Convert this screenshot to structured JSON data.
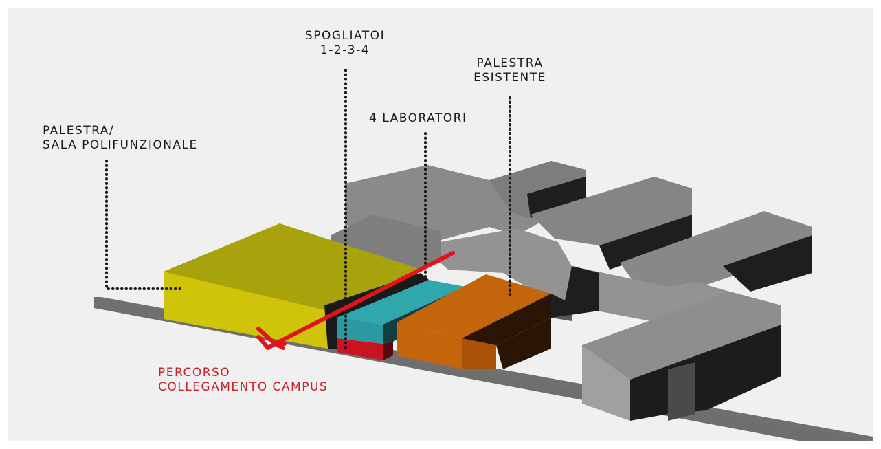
{
  "labels": {
    "spogliatoi": [
      "SPOGLIATOI",
      "1-2-3-4"
    ],
    "palestra_esistente": [
      "PALESTRA",
      "ESISTENTE"
    ],
    "laboratori": "4 LABORATORI",
    "palestra_sala": [
      "PALESTRA/",
      "SALA POLIFUNZIONALE"
    ],
    "percorso": [
      "PERCORSO",
      "COLLEGAMENTO CAMPUS"
    ]
  },
  "colors": {
    "background": "#f0f0f0",
    "road": "#6e6e6e",
    "existing_top": "#8a8a8a",
    "existing_side_dark": "#1e1e1e",
    "palestra_yellow": "#d1c20a",
    "laboratori_teal": "#2a9aa0",
    "spogliatoi_red": "#c81420",
    "palestra_orange": "#c4650c",
    "route_arrow": "#e0141c",
    "label_text": "#1a1a1a",
    "route_text": "#c8202a"
  }
}
